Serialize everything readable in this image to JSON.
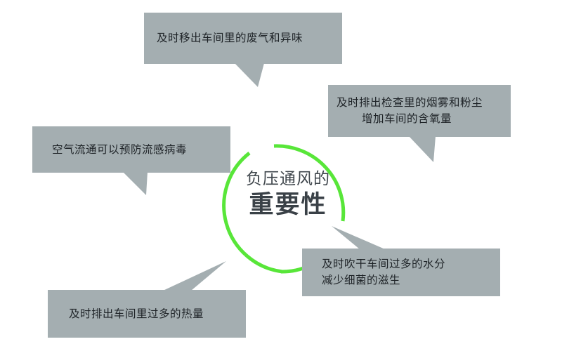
{
  "colors": {
    "box": "#a4aeb1",
    "ring": "#58e639",
    "text": "#1e2327",
    "title": "#3a4147"
  },
  "center": {
    "subtitle": "负压通风的",
    "title": "重要性"
  },
  "callouts": [
    {
      "lines": [
        "及时移出车间里的废气和异味"
      ]
    },
    {
      "lines": [
        "及时排出检查里的烟雾和粉尘",
        "增加车间的含氧量"
      ]
    },
    {
      "lines": [
        "空气流通可以预防流感病毒"
      ]
    },
    {
      "lines": [
        "及时吹干车间过多的水分",
        "减少细菌的滋生"
      ]
    },
    {
      "lines": [
        "及时排出车间里过多的热量"
      ]
    }
  ]
}
